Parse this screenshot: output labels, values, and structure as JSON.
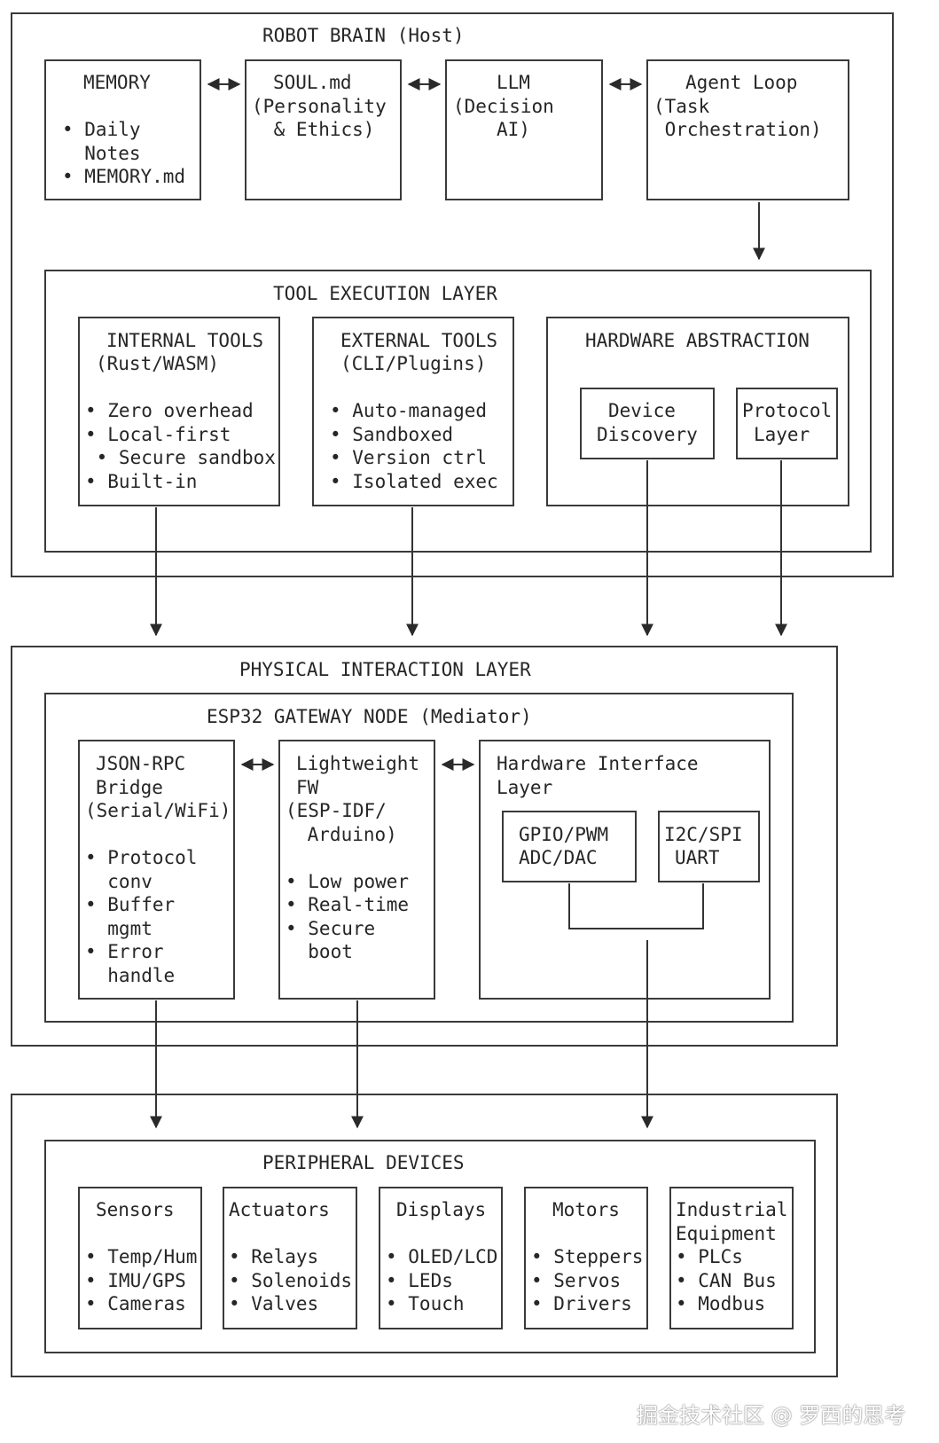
{
  "brain": {
    "title": "ROBOT BRAIN (Host)",
    "memory": {
      "title": "MEMORY",
      "lines": [
        "• Daily",
        "  Notes",
        "• MEMORY.md"
      ]
    },
    "soul": {
      "lines": [
        "SOUL.md",
        "(Personality",
        " & Ethics)"
      ]
    },
    "llm": {
      "lines": [
        "LLM",
        "(Decision",
        "AI)"
      ]
    },
    "agent": {
      "lines": [
        "Agent Loop",
        "(Task",
        " Orchestration)"
      ]
    }
  },
  "tool_layer": {
    "title": "TOOL EXECUTION LAYER",
    "internal": {
      "title_lines": [
        "INTERNAL TOOLS",
        "(Rust/WASM)"
      ],
      "items": [
        "• Zero overhead",
        "• Local-first",
        " • Secure sandbox",
        "• Built-in"
      ]
    },
    "external": {
      "title_lines": [
        "EXTERNAL TOOLS",
        "(CLI/Plugins)"
      ],
      "items": [
        "• Auto-managed",
        "• Sandboxed",
        "• Version ctrl",
        "• Isolated exec"
      ]
    },
    "hardware": {
      "title": "HARDWARE ABSTRACTION",
      "device_discovery": [
        "Device",
        "Discovery"
      ],
      "protocol_layer": [
        "Protocol",
        "Layer"
      ]
    }
  },
  "physical": {
    "title": "PHYSICAL INTERACTION LAYER",
    "gateway": {
      "title": "ESP32 GATEWAY NODE (Mediator)",
      "jsonrpc": [
        "JSON-RPC",
        "Bridge",
        "(Serial/WiFi)",
        "",
        "• Protocol",
        "  conv",
        "• Buffer",
        "  mgmt",
        "• Error",
        "  handle"
      ],
      "firmware": [
        "Lightweight",
        "FW",
        "(ESP-IDF/",
        " Arduino)",
        "",
        "• Low power",
        "• Real-time",
        "• Secure",
        "  boot"
      ],
      "hw_interface": {
        "title_lines": [
          "Hardware Interface",
          "Layer"
        ],
        "gpio": [
          "GPIO/PWM",
          "ADC/DAC"
        ],
        "i2c": [
          "I2C/SPI",
          "UART"
        ]
      }
    }
  },
  "peripheral": {
    "title": "PERIPHERAL DEVICES",
    "sensors": {
      "title": "Sensors",
      "items": [
        "• Temp/Hum",
        "• IMU/GPS",
        "• Cameras"
      ]
    },
    "actuators": {
      "title": "Actuators",
      "items": [
        "• Relays",
        "• Solenoids",
        "• Valves"
      ]
    },
    "displays": {
      "title": "Displays",
      "items": [
        "• OLED/LCD",
        "• LEDs",
        "• Touch"
      ]
    },
    "motors": {
      "title": "Motors",
      "items": [
        "• Steppers",
        "• Servos",
        "• Drivers"
      ]
    },
    "industrial": {
      "title_lines": [
        "Industrial",
        "Equipment"
      ],
      "items": [
        "• PLCs",
        "• CAN Bus",
        "• Modbus"
      ]
    }
  },
  "watermark": "掘金技术社区 @ 罗西的思考"
}
